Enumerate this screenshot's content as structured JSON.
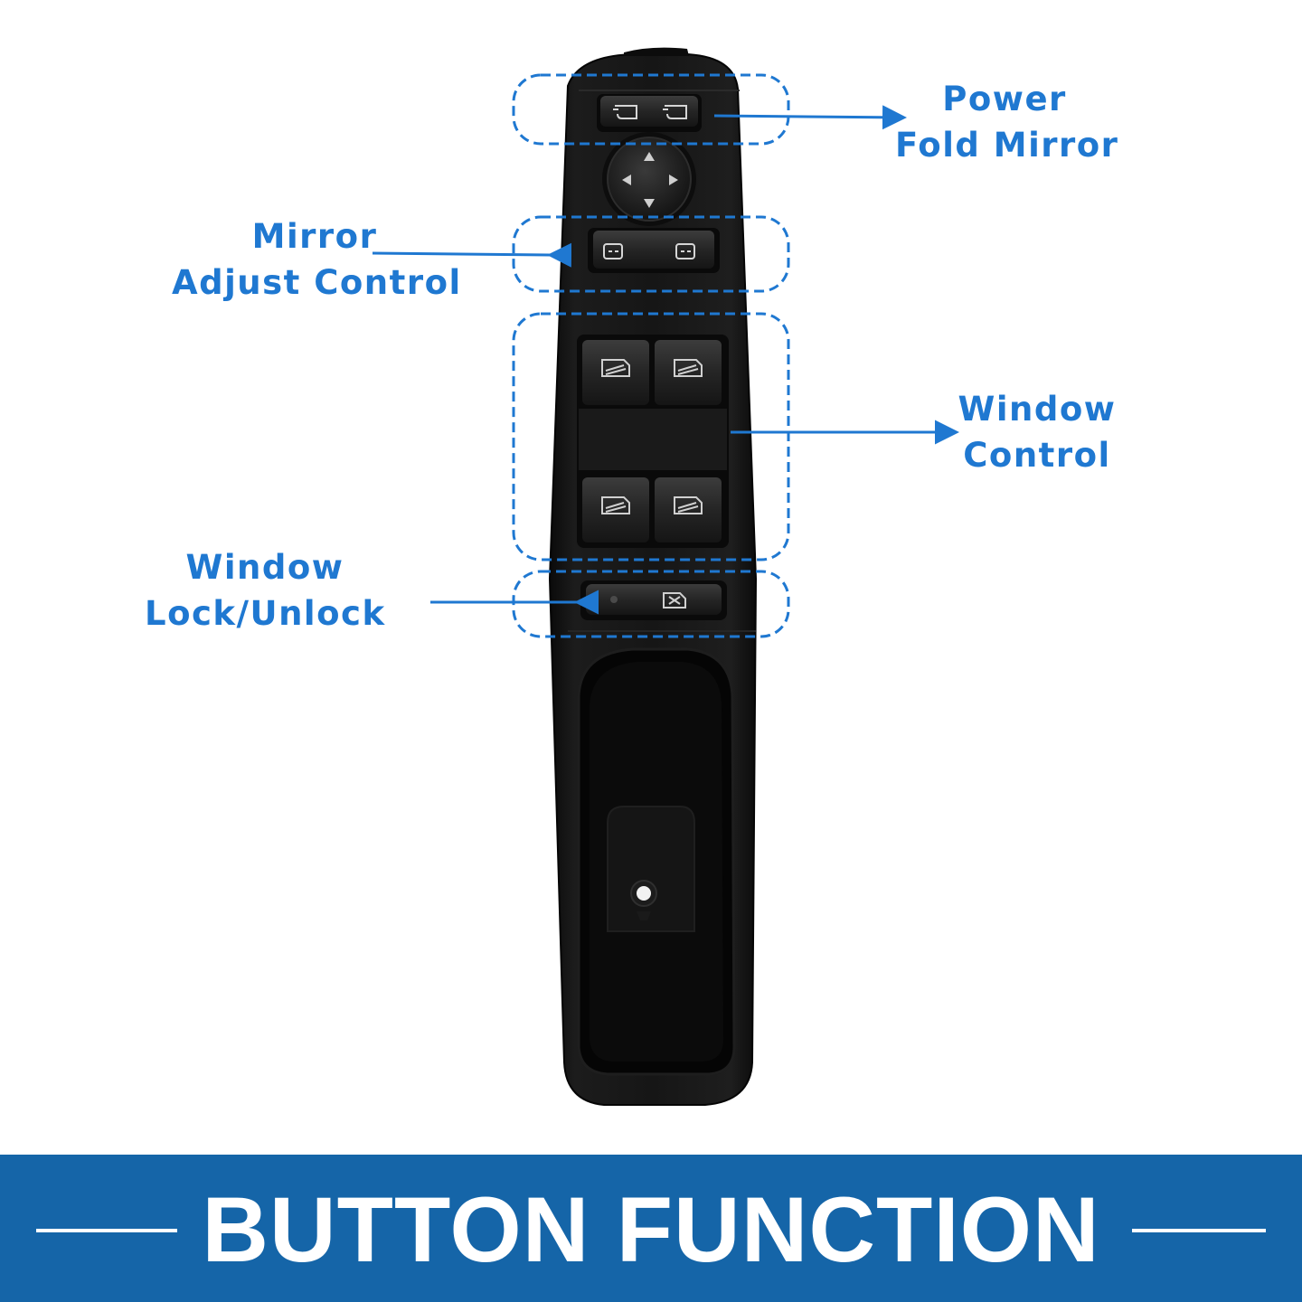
{
  "callouts": {
    "power_fold_mirror": {
      "line1": "Power",
      "line2": "Fold Mirror"
    },
    "mirror_adjust_control": {
      "line1": "Mirror",
      "line2": "Adjust Control"
    },
    "window_control": {
      "line1": "Window",
      "line2": "Control"
    },
    "window_lock_unlock": {
      "line1": "Window",
      "line2": "Lock/Unlock"
    }
  },
  "banner": {
    "title": "BUTTON FUNCTION"
  },
  "colors": {
    "accent": "#1f78d1",
    "banner": "#1565a8",
    "switch_body": "#141414",
    "banner_text": "#ffffff"
  },
  "icons": [
    "mirror-fold-icon",
    "mirror-select-icon",
    "window-switch-icon",
    "window-lock-icon",
    "direction-arrow-icon"
  ]
}
